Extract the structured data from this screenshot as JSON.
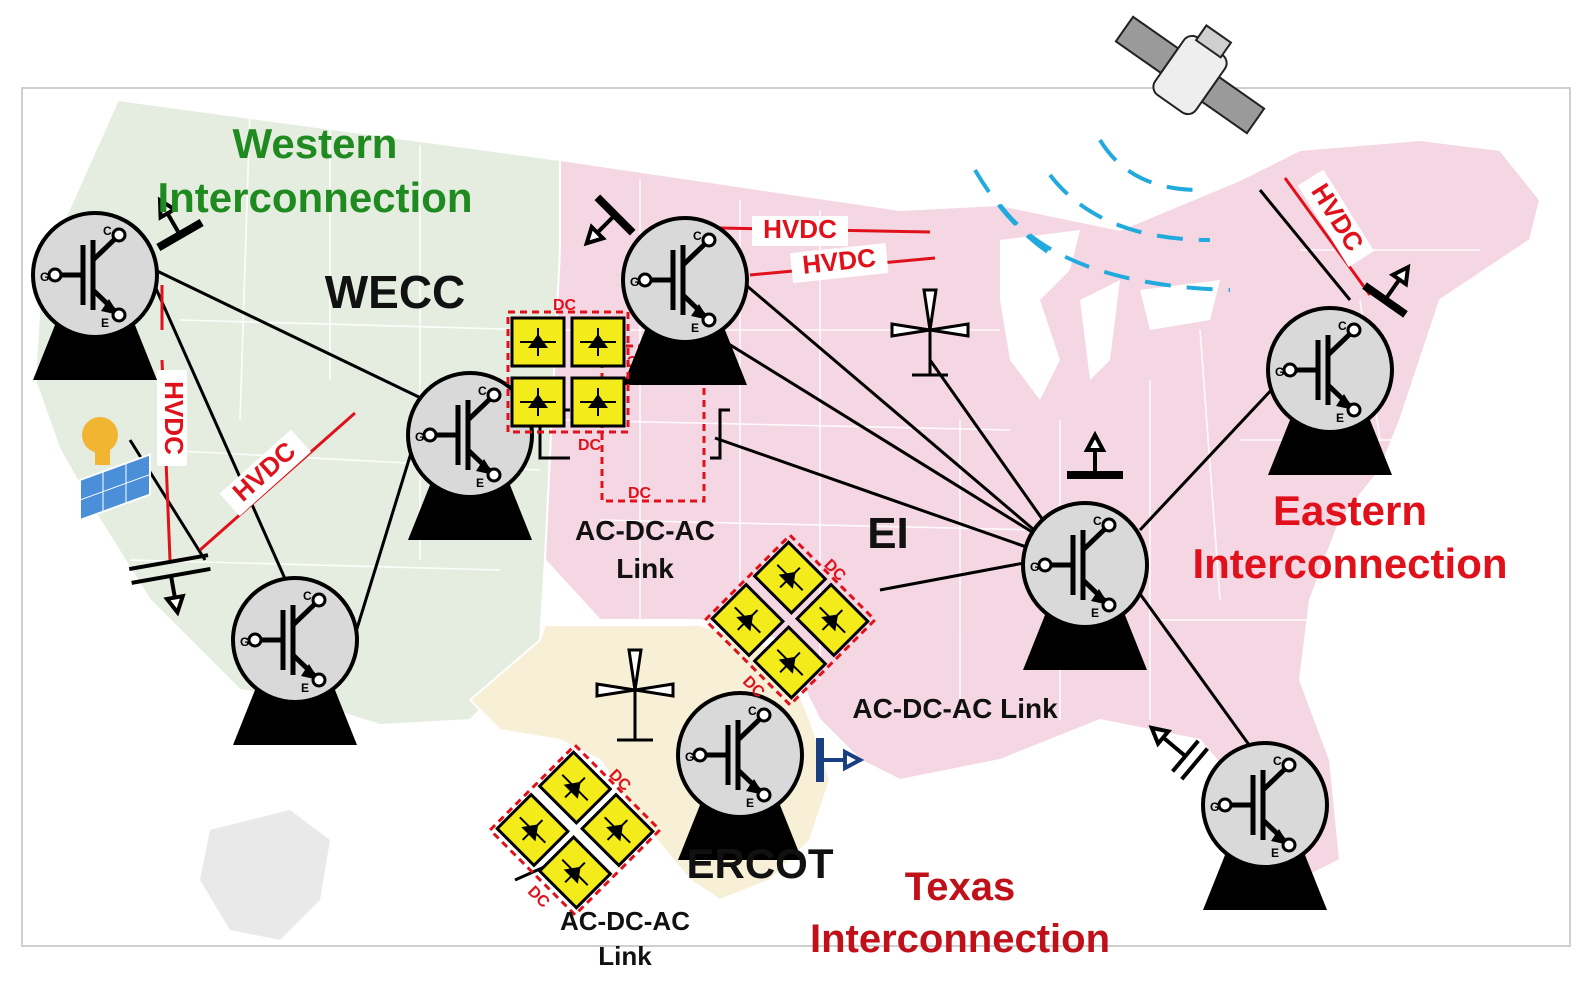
{
  "regions": {
    "western": {
      "line1": "Western",
      "line2": "Interconnection",
      "color": "#1f8a1f"
    },
    "eastern": {
      "line1": "Eastern",
      "line2": "Interconnection",
      "color": "#e0111b"
    },
    "texas": {
      "line1": "Texas",
      "line2": "Interconnection",
      "color": "#c0101a"
    }
  },
  "zones": {
    "wecc": "WECC",
    "ei": "EI",
    "ercot": "ERCOT"
  },
  "hvdc_label": "HVDC",
  "dc_label": "DC",
  "terminal_labels": {
    "c": "C",
    "g": "G",
    "e": "E"
  },
  "links": {
    "center": {
      "line1": "AC-DC-AC",
      "line2": "Link"
    },
    "ei": {
      "line1": "AC-DC-AC Link"
    },
    "ercot": {
      "line1": "AC-DC-AC",
      "line2": "Link"
    }
  },
  "colors": {
    "west_fill": "#e4eddf",
    "east_fill": "#f5d6e3",
    "texas_fill": "#f7efd6",
    "hvdc": "#e0111b",
    "wireless": "#22aadd",
    "converter": "#f3ec1a",
    "node_fill": "#d9d9d9"
  },
  "icons": [
    "satellite-icon",
    "wind-turbine-icon",
    "solar-panel-icon",
    "igbt-node-icon",
    "load-arrow-icon"
  ]
}
